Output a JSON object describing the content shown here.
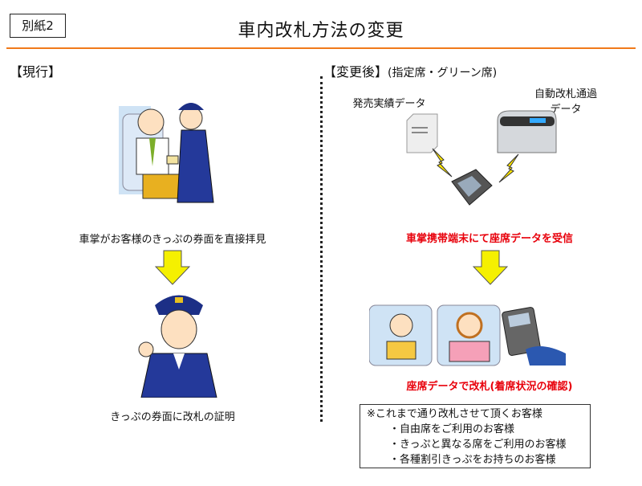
{
  "header": {
    "tag": "別紙2",
    "title": "車内改札方法の変更"
  },
  "current": {
    "heading": "【現行】",
    "caption1": "車掌がお客様のきっぷの券面を直接拝見",
    "caption2": "きっぷの券面に改札の証明"
  },
  "after": {
    "heading": "【変更後】",
    "heading_sub": "(指定席・グリーン席)",
    "sales_label": "発売実績データ",
    "gate_label_1": "自動改札通過",
    "gate_label_2": "データ",
    "caption1": "車掌携帯端末にて座席データを受信",
    "caption2": "座席データで改札(着席状況の確認)"
  },
  "note": {
    "title": "※これまで通り改札させて頂くお客様",
    "items": [
      "・自由席をご利用のお客様",
      "・きっぷと異なる席をご利用のお客様",
      "・各種割引きっぷをお持ちのお客様"
    ]
  },
  "colors": {
    "accent": "#f07a1a",
    "red": "#e8000b",
    "arrow": "#f5f000"
  }
}
